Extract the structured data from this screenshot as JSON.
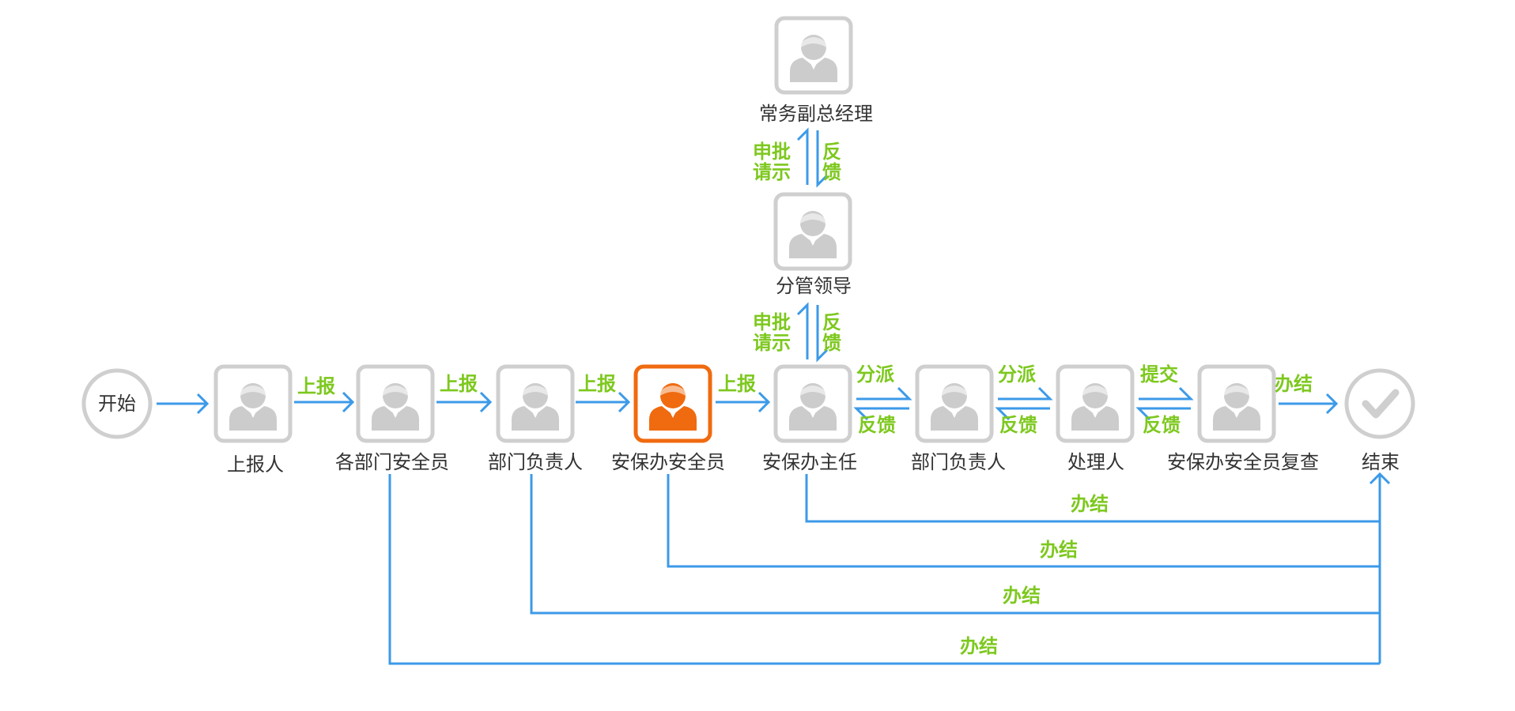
{
  "start_label": "开始",
  "end_label": "结束",
  "colors": {
    "line": "#3c9ae8",
    "edge_label": "#7dc81e",
    "node_border": "#cfcfcf",
    "icon": "#cccccc",
    "active": "#f06a0f",
    "text": "#333333"
  },
  "nodes": [
    {
      "id": "reporter",
      "label": "上报人",
      "active": false
    },
    {
      "id": "dept-safety",
      "label": "各部门安全员",
      "active": false
    },
    {
      "id": "dept-head-1",
      "label": "部门负责人",
      "active": false
    },
    {
      "id": "security-safety",
      "label": "安保办安全员",
      "active": true
    },
    {
      "id": "security-director",
      "label": "安保办主任",
      "active": false
    },
    {
      "id": "dept-head-2",
      "label": "部门负责人",
      "active": false
    },
    {
      "id": "handler",
      "label": "处理人",
      "active": false
    },
    {
      "id": "review",
      "label": "安保办安全员复查",
      "active": false
    },
    {
      "id": "leader",
      "label": "分管领导",
      "active": false
    },
    {
      "id": "exec-vp",
      "label": "常务副总经理",
      "active": false
    }
  ],
  "edge_labels": {
    "report": "上报",
    "dispatch": "分派",
    "feedback": "反馈",
    "submit": "提交",
    "close": "办结",
    "approve": "申批",
    "instruct": "请示",
    "fan": "反",
    "kui": "馈"
  }
}
